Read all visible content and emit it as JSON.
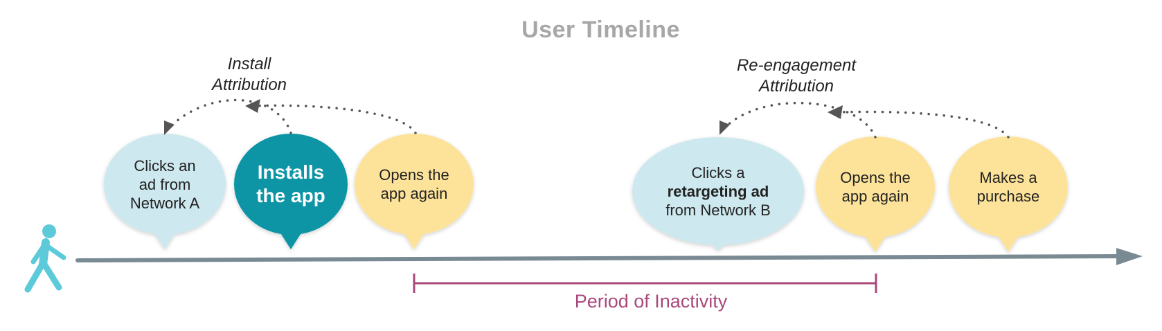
{
  "title": "User Timeline",
  "colors": {
    "light_blue": "#cde8ee",
    "teal": "#0b95a6",
    "yellow": "#fde39a",
    "axis": "#7a8a93",
    "inactivity": "#a8487a",
    "person": "#5ccad9",
    "dots": "#555555"
  },
  "attributions": {
    "install": {
      "line1": "Install",
      "line2": "Attribution"
    },
    "reengagement": {
      "line1": "Re-engagement",
      "line2": "Attribution"
    }
  },
  "events": [
    {
      "line1": "Clicks an",
      "line2": "ad from",
      "line3": "Network A"
    },
    {
      "line1": "Installs",
      "line2": "the app"
    },
    {
      "line1": "Opens the",
      "line2": "app again"
    },
    {
      "line1": "Clicks a",
      "line2_bold": "retargeting ad",
      "line3": "from Network B"
    },
    {
      "line1": "Opens the",
      "line2": "app again"
    },
    {
      "line1": "Makes a",
      "line2": "purchase"
    }
  ],
  "inactivity_label": "Period of Inactivity",
  "icons": {
    "person": "walking-person-icon",
    "arrow": "arrowhead-icon"
  }
}
